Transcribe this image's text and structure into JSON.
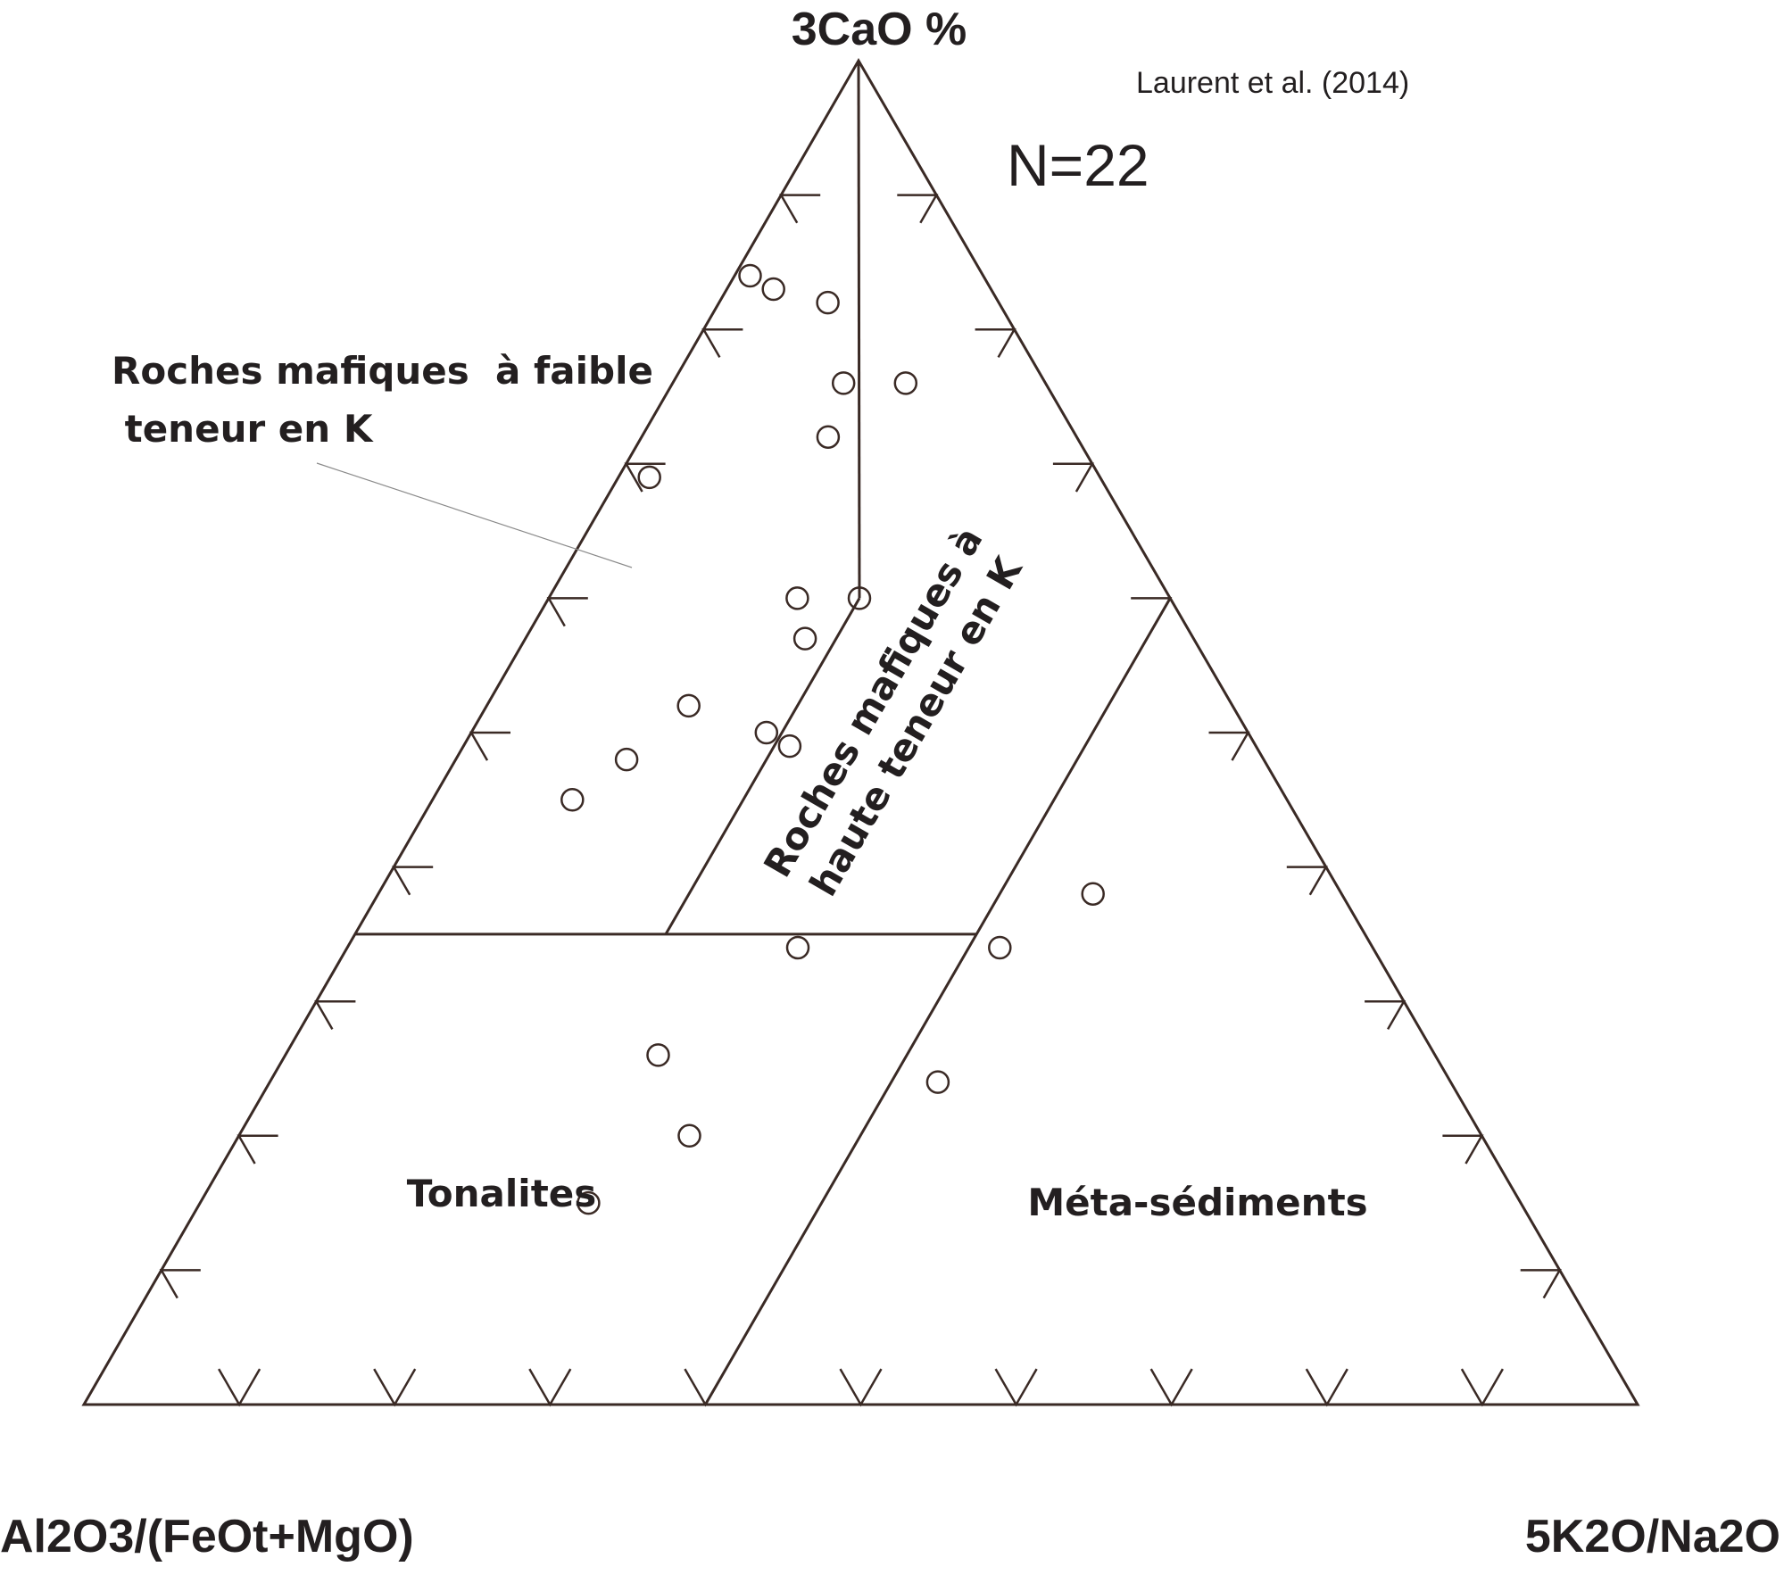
{
  "chart_data": {
    "type": "scatter",
    "subtype": "ternary",
    "apices": {
      "top": "3CaO %",
      "bottom_left": "Al2O3/(FeOt+MgO)",
      "bottom_right": "5K2O/Na2O"
    },
    "annotations": {
      "citation": "Laurent et al. (2014)",
      "count": "N=22"
    },
    "fields": {
      "low_k_mafic": [
        "Roches mafiques  à faible",
        " teneur en K"
      ],
      "high_k_mafic": [
        "Roches mafiques à",
        "haute teneur en K"
      ],
      "tonalites": "Tonalites",
      "metasediments": "Méta-sédiments"
    },
    "ticks_per_side": 9,
    "marker": "open-circle",
    "points": [
      {
        "top": 0.84,
        "right": 0.01
      },
      {
        "top": 0.83,
        "right": 0.03
      },
      {
        "top": 0.82,
        "right": 0.07
      },
      {
        "top": 0.76,
        "right": 0.11
      },
      {
        "top": 0.76,
        "right": 0.15
      },
      {
        "top": 0.72,
        "right": 0.12
      },
      {
        "top": 0.69,
        "right": 0.02
      },
      {
        "top": 0.6,
        "right": 0.16
      },
      {
        "top": 0.6,
        "right": 0.2
      },
      {
        "top": 0.57,
        "right": 0.18
      },
      {
        "top": 0.52,
        "right": 0.13
      },
      {
        "top": 0.5,
        "right": 0.19
      },
      {
        "top": 0.49,
        "right": 0.21
      },
      {
        "top": 0.48,
        "right": 0.11
      },
      {
        "top": 0.45,
        "right": 0.09
      },
      {
        "top": 0.38,
        "right": 0.46
      },
      {
        "top": 0.34,
        "right": 0.42
      },
      {
        "top": 0.34,
        "right": 0.29
      },
      {
        "top": 0.26,
        "right": 0.24
      },
      {
        "top": 0.24,
        "right": 0.43
      },
      {
        "top": 0.2,
        "right": 0.29
      },
      {
        "top": 0.15,
        "right": 0.25
      }
    ],
    "field_boundaries": [
      [
        {
          "top": 1.0,
          "right": 0.0
        },
        {
          "top": 0.6,
          "right": 0.2
        }
      ],
      [
        {
          "top": 0.6,
          "right": 0.2
        },
        {
          "top": 0.35,
          "right": 0.2
        }
      ],
      [
        {
          "top": 0.35,
          "right": 0.0
        },
        {
          "top": 0.35,
          "right": 0.4
        }
      ],
      [
        {
          "top": 0.6,
          "right": 0.4
        },
        {
          "top": 0.0,
          "right": 0.4
        }
      ]
    ]
  }
}
